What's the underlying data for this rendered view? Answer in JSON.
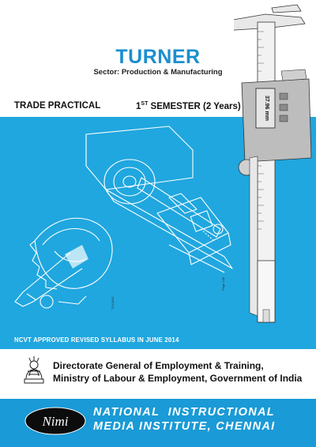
{
  "cover": {
    "title": "TURNER",
    "sector": "Sector: Production & Manufacturing",
    "trade_practical": "TRADE PRACTICAL",
    "semester_prefix": "1",
    "semester_sup": "ST",
    "semester_rest": " SEMESTER (2 Years)",
    "syllabus_note": "NCVT APPROVED REVISED SYLLABUS IN JUNE 2014",
    "directorate_line1": "Directorate General of Employment & Training,",
    "directorate_line2": "Ministry of Labour & Employment, Government of India",
    "institute_line1": "NATIONAL  INSTRUCTIONAL",
    "institute_line2": "MEDIA INSTITUTE, CHENNAI",
    "logo_text": "Nimi",
    "caliper_reading": "37.96 mm",
    "figure_code": "TU13001",
    "page_ref": "Page 108"
  },
  "colors": {
    "title_blue": "#1a8fd0",
    "panel_blue": "#20a7df",
    "bar_blue": "#1a9ad6"
  }
}
